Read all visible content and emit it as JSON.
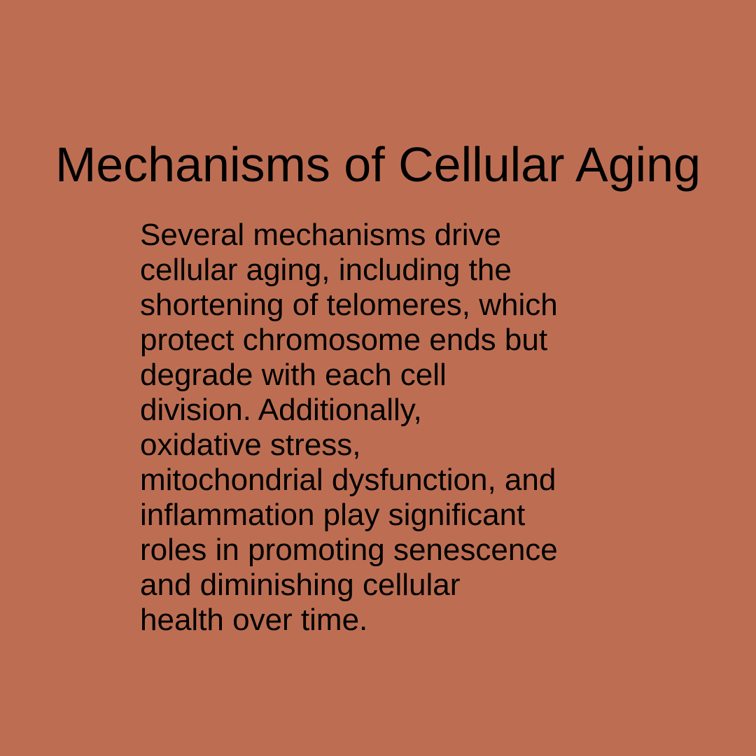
{
  "slide": {
    "title": "Mechanisms of Cellular Aging",
    "body_lines": [
      "Several mechanisms drive",
      "cellular aging, including the",
      "shortening of telomeres, which",
      "protect chromosome ends but",
      "degrade with each cell",
      "division. Additionally,",
      "oxidative stress,",
      "mitochondrial dysfunction, and",
      "inflammation play significant",
      "roles in promoting senescence",
      "and diminishing cellular",
      "health over time."
    ]
  },
  "colors": {
    "background": "#bd6e52",
    "text": "#000000"
  }
}
